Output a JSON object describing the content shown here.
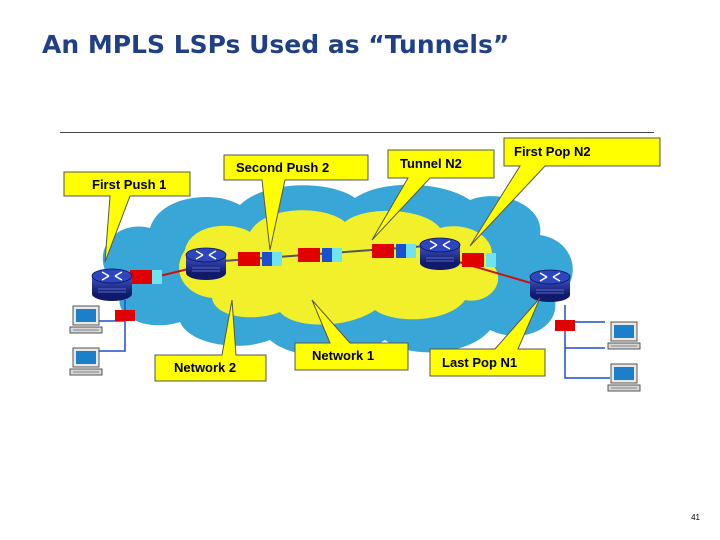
{
  "slide": {
    "title": "An MPLS LSPs Used as “Tunnels”",
    "page_number": "41"
  },
  "diagram": {
    "labels": {
      "first_push_1": "First Push 1",
      "second_push_2": "Second Push 2",
      "tunnel_n2": "Tunnel N2",
      "first_pop_n2": "First Pop N2",
      "network_2": "Network 2",
      "network_1": "Network 1",
      "last_pop_n1": "Last Pop N1"
    },
    "colors": {
      "title": "#1f3f87",
      "cloud_outer": "#39a6d8",
      "cloud_inner": "#f2f02a",
      "callout": "#ffff00",
      "router": "#1e2f9e",
      "label_red": "#e00000",
      "label_blue": "#1b4fcf",
      "label_cyan": "#6fe3f0",
      "link": "#cc1111"
    },
    "icons": [
      "router-icon",
      "computer-icon",
      "mpls-label-icon"
    ]
  }
}
